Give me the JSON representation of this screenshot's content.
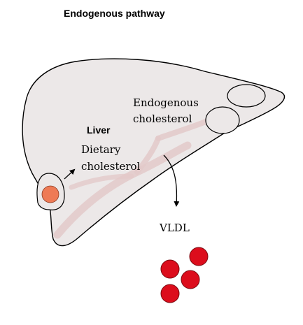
{
  "diagram": {
    "title": "Endogenous pathway",
    "organ_label": "Liver",
    "dietary_label_line1": "Dietary",
    "dietary_label_line2": "cholesterol",
    "endogenous_label_line1": "Endogenous",
    "endogenous_label_line2": "cholesterol",
    "product_label": "VLDL"
  },
  "colors": {
    "liver_fill": "#ece8e8",
    "liver_outline": "#000000",
    "vessel_tint": "#e3c9c9",
    "chylomicron_remnant": "#ee7a55",
    "vldl_particle": "#dc0d1c",
    "arrow": "#000000"
  },
  "icons": {
    "dietary_arrow": "arrow-up-right",
    "vldl_arrow": "curved-arrow-down"
  }
}
